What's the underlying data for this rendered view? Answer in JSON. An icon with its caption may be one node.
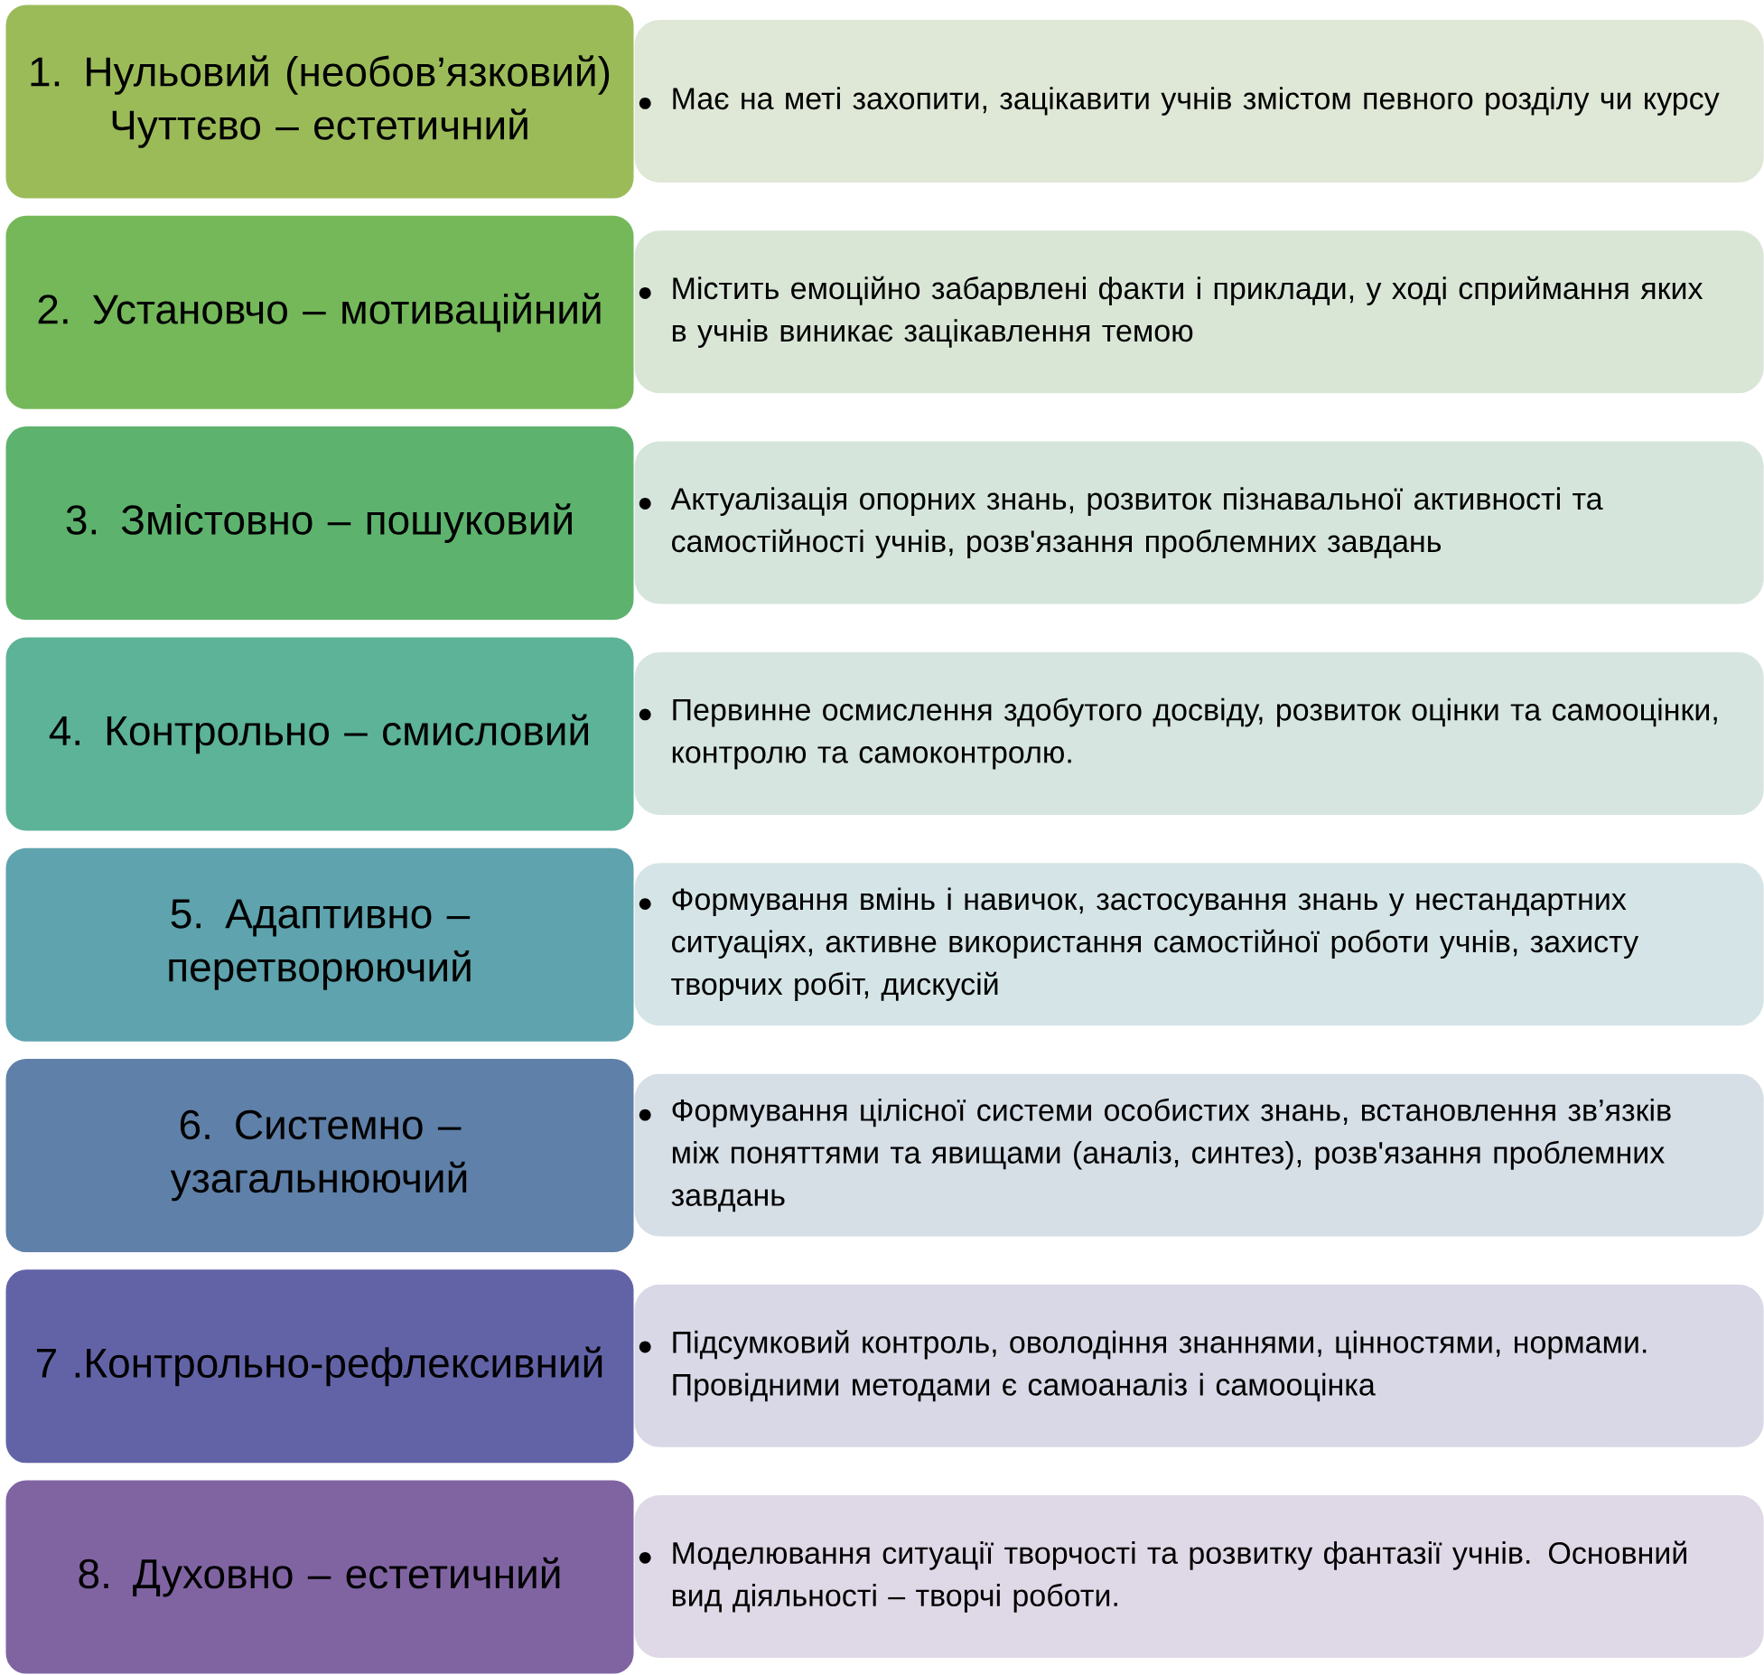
{
  "diagram": {
    "nodes": [
      {
        "text": [
          "1. Нульовий (необов’язковий) Чуттєво – естетичний"
        ]
      },
      {
        "text": [
          "Має на меті захопити, зацікавити учнів змістом певного розділу чи курсу"
        ]
      },
      {
        "text": [
          "2. Установчо – мотиваційний"
        ]
      },
      {
        "text": [
          "Містить емоційно забарвлені факти і приклади, у ході сприймання яких в учнів виникає зацікавлення темою"
        ]
      },
      {
        "text": [
          "3. Змістовно – пошуковий"
        ]
      },
      {
        "text": [
          "Актуалізація опорних знань, розвиток пізнавальної активності та самостійності учнів, розв'язання проблемних завдань"
        ]
      },
      {
        "text": [
          "4. Контрольно – смисловий"
        ]
      },
      {
        "text": [
          "Первинне осмислення здобутого досвіду, розвиток оцінки та самооцінки, контролю та самоконтролю."
        ]
      },
      {
        "text": [
          "5. Адаптивно – перетворюючий"
        ]
      },
      {
        "text": [
          "Формування вмінь і навичок, застосування знань у нестандартних ситуаціях, активне використання самостійної роботи учнів, захисту творчих робіт, дискусій"
        ]
      },
      {
        "text": [
          "6. Системно – узагальнюючий"
        ]
      },
      {
        "text": [
          "Формування цілісної системи особистих знань, встановлення зв’язків між поняттями та явищами (аналіз, синтез), розв'язання проблемних завдань"
        ]
      },
      {
        "text": [
          "7 .Контрольно-рефлексивний"
        ]
      },
      {
        "text": [
          "Підсумковий контроль, оволодіння знаннями, цінностями, нормами. Провідними методами є самоаналіз і самооцінка"
        ]
      },
      {
        "text": [
          "8. Духовно – естетичний"
        ]
      },
      {
        "text": [
          "Моделювання ситуації творчості та розвитку фантазії учнів. Основний вид діяльності – творчі роботи."
        ]
      }
    ]
  }
}
